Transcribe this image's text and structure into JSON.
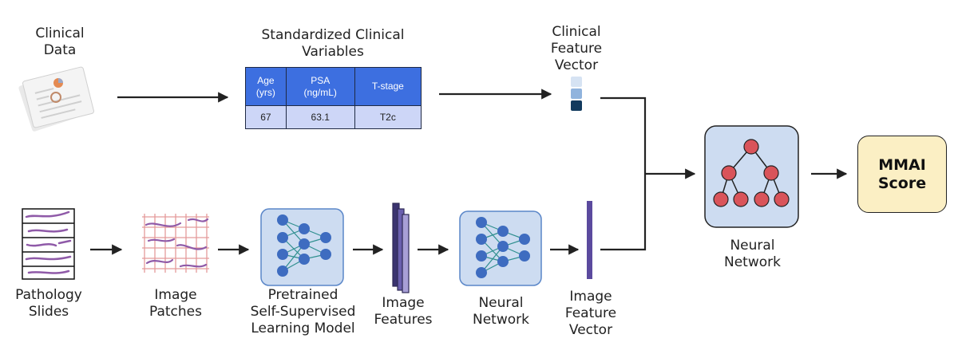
{
  "labels": {
    "clinical_data": "Clinical\nData",
    "standardized_vars": "Standardized Clinical\nVariables",
    "clinical_feature_vector": "Clinical\nFeature\nVector",
    "pathology_slides": "Pathology\nSlides",
    "image_patches": "Image\nPatches",
    "pretrained_model": "Pretrained\nSelf-Supervised\nLearning Model",
    "image_features": "Image\nFeatures",
    "neural_network_small": "Neural\nNetwork",
    "image_feature_vector": "Image\nFeature\nVector",
    "neural_network_big": "Neural\nNetwork",
    "mmai_score": "MMAI\nScore"
  },
  "table": {
    "headers": [
      "Age\n(yrs)",
      "PSA\n(ng/mL)",
      "T-stage"
    ],
    "values": [
      "67",
      "63.1",
      "T2c"
    ]
  },
  "colors": {
    "header_blue": "#3d6fe0",
    "row_blue": "#cdd6f7",
    "node_blue": "#3e6cc0",
    "net_box": "#cddcf1",
    "tree_node_red": "#d9545a",
    "feature_purple": "#5b4a9e",
    "score_bg": "#fbefc4"
  }
}
